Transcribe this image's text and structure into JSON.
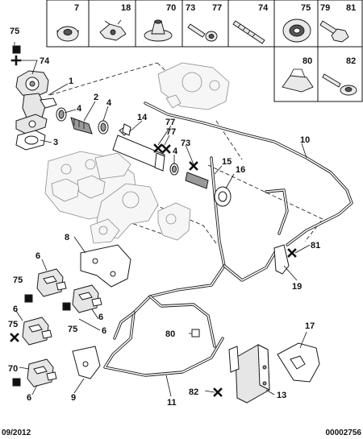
{
  "footer": {
    "date": "09/2012",
    "reference": "00002756"
  },
  "legend": {
    "row1": [
      "7",
      "18",
      "70",
      "73",
      "77",
      "74",
      "75",
      "79",
      "81"
    ],
    "row2": [
      "80",
      "82"
    ]
  },
  "callouts": {
    "c75a": "75",
    "c74": "74",
    "c1": "1",
    "c4a": "4",
    "c2": "2",
    "c4b": "4",
    "c3": "3",
    "c14": "14",
    "c77a": "77",
    "c77b": "77",
    "c73": "73",
    "c4c": "4",
    "c15": "15",
    "c16": "16",
    "c10": "10",
    "c8": "8",
    "c81": "81",
    "c19": "19",
    "c6a": "6",
    "c75b": "75",
    "c6b": "6",
    "c6c": "6",
    "c75c": "75",
    "c75d": "75",
    "c6d": "6",
    "c80": "80",
    "c17": "17",
    "c70": "70",
    "c6e": "6",
    "c9": "9",
    "c11": "11",
    "c82": "82",
    "c13": "13"
  }
}
